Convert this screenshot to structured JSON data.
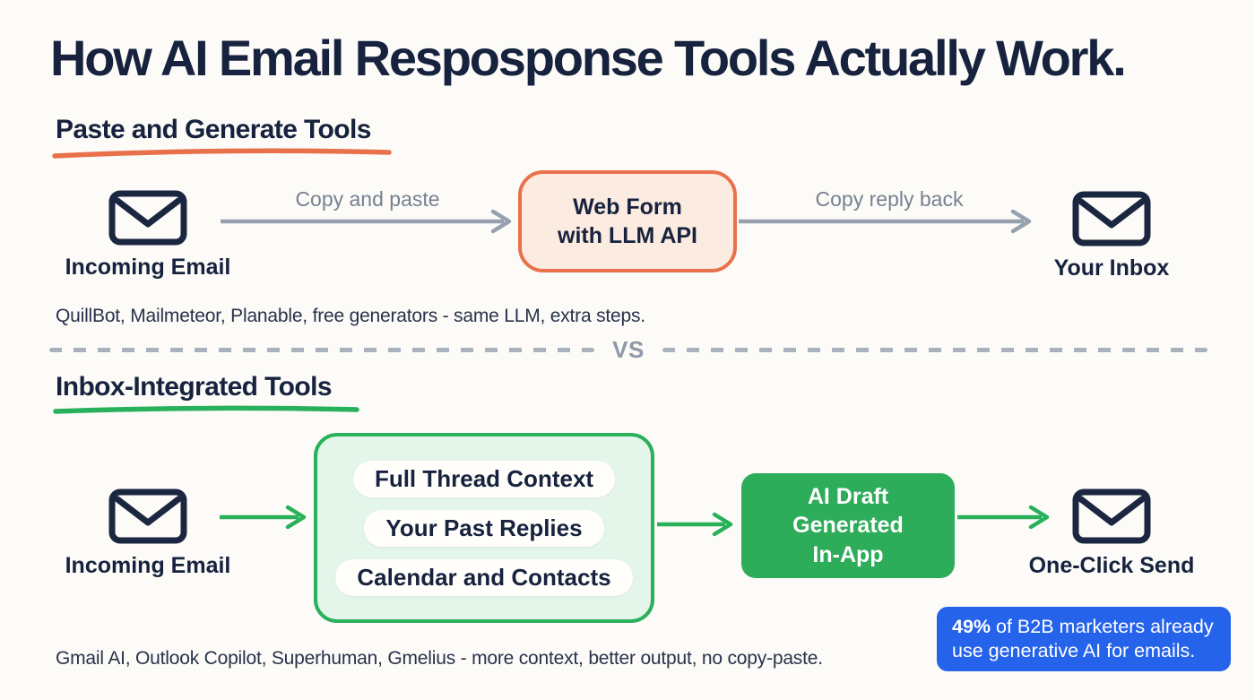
{
  "title": "How AI Email Resposponse Tools Actually Work.",
  "sections": {
    "paste_generate": {
      "heading": "Paste and Generate Tools",
      "flow": {
        "start_label": "Incoming Email",
        "arrow1_label": "Copy and paste",
        "box": {
          "line1": "Web Form",
          "line2": "with LLM API"
        },
        "arrow2_label": "Copy reply back",
        "end_label": "Your Inbox"
      },
      "caption": "QuillBot, Mailmeteor, Planable, free generators - same LLM, extra steps."
    },
    "inbox_integrated": {
      "heading": "Inbox-Integrated Tools",
      "flow": {
        "start_label": "Incoming Email",
        "pills": [
          "Full Thread Context",
          "Your Past Replies",
          "Calendar and Contacts"
        ],
        "box": {
          "line1": "AI Draft",
          "line2": "Generated",
          "line3": "In-App"
        },
        "end_label": "One-Click Send"
      },
      "caption": "Gmail AI, Outlook Copilot, Superhuman, Gmelius - more context, better output, no copy-paste."
    }
  },
  "divider": {
    "label": "VS"
  },
  "stat": {
    "value": "49%",
    "text": " of B2B marketers already use generative AI for emails."
  },
  "icons": {
    "envelope": "envelope-icon",
    "arrow_right": "arrow-right-icon"
  },
  "colors": {
    "navy_text": "#17223e",
    "orange_accent": "#e8714b",
    "orange_fill": "#fcebe0",
    "green_accent": "#2bb05b",
    "green_fill": "#e4f5ea",
    "green_solid": "#2dac5a",
    "blue_stat": "#2563eb",
    "gray_arrow": "#96a0ac",
    "background": "#fcfbf8"
  }
}
